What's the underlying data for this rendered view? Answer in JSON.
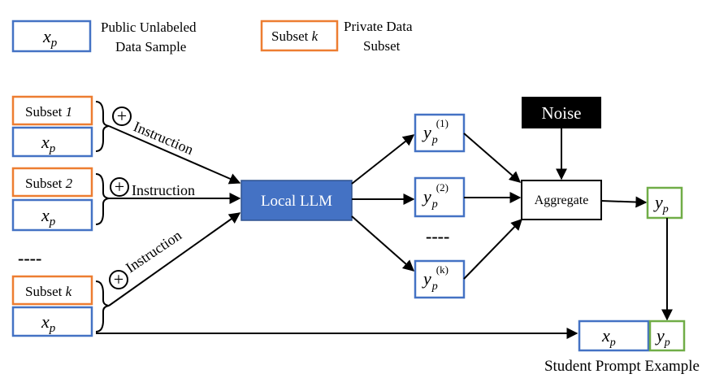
{
  "legend": {
    "public_symbol": "x",
    "public_subscript": "p",
    "public_label_line1": "Public Unlabeled",
    "public_label_line2": "Data Sample",
    "private_symbol_prefix": "Subset ",
    "private_symbol_var": "k",
    "private_label_line1": "Private Data",
    "private_label_line2": "Subset"
  },
  "inputs": [
    {
      "subset_prefix": "Subset ",
      "subset_var": "1",
      "x": "x",
      "x_sub": "p",
      "instruction": "Instruction"
    },
    {
      "subset_prefix": "Subset ",
      "subset_var": "2",
      "x": "x",
      "x_sub": "p",
      "instruction": "Instruction"
    },
    {
      "subset_prefix": "Subset ",
      "subset_var": "k",
      "x": "x",
      "x_sub": "p",
      "instruction": "Instruction"
    }
  ],
  "plus_symbol": "+",
  "ellipsis": "----",
  "local_llm": "Local LLM",
  "outputs": [
    {
      "y": "y",
      "sub": "p",
      "sup": "(1)"
    },
    {
      "y": "y",
      "sub": "p",
      "sup": "(2)"
    },
    {
      "y": "y",
      "sub": "p",
      "sup": "(k)"
    }
  ],
  "noise": "Noise",
  "aggregate": "Aggregate",
  "result": {
    "y": "y",
    "sub": "p"
  },
  "student": {
    "x": "x",
    "x_sub": "p",
    "y": "y",
    "y_sub": "p",
    "caption": "Student Prompt Example"
  },
  "colors": {
    "public_box": "#4472C4",
    "private_box": "#ED7D31",
    "result_box": "#70AD47",
    "llm_fill": "#4472C4",
    "noise_fill": "#000000"
  }
}
